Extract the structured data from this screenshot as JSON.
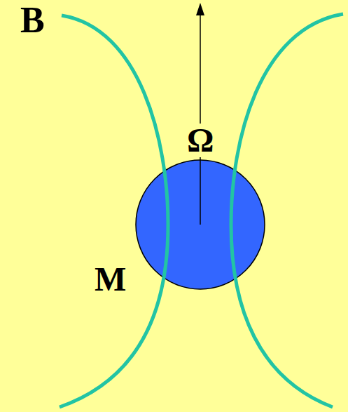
{
  "diagram": {
    "labels": [
      "B",
      "Ω",
      "M"
    ]
  }
}
